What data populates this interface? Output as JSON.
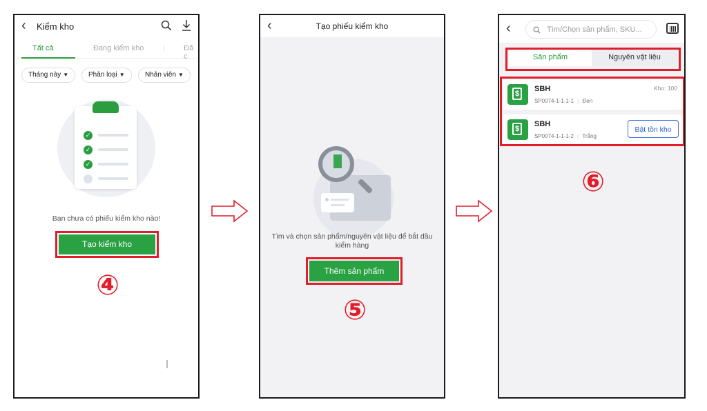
{
  "screen1": {
    "back": "‹",
    "title": "Kiểm kho",
    "search_icon": "search-icon",
    "download_icon": "download-icon",
    "tabs": [
      "Tất cả",
      "Đang kiểm kho",
      "Đã c"
    ],
    "filters": [
      "Tháng này",
      "Phân loại",
      "Nhân viên"
    ],
    "empty_message": "Bạn chưa có phiếu kiểm kho nào!",
    "create_button": "Tạo kiểm kho",
    "step": "④"
  },
  "screen2": {
    "back": "‹",
    "title": "Tạo phiếu kiểm kho",
    "hint": "Tìm và chọn sản phẩm/nguyên vật liệu để bắt đầu kiểm hàng",
    "add_button": "Thêm sản phẩm",
    "step": "⑤"
  },
  "screen3": {
    "back": "‹",
    "search_placeholder": "Tìm/Chọn sản phẩm, SKU...",
    "segments": [
      "Sản phẩm",
      "Nguyên vật liệu"
    ],
    "products": [
      {
        "name": "SBH",
        "sku": "SP0074-1-1-1-1",
        "variant": "Đen",
        "stock": "Kho: 100"
      },
      {
        "name": "SBH",
        "sku": "SP0074-1-1-1-2",
        "variant": "Trắng",
        "action": "Bật tồn kho"
      }
    ],
    "step": "⑥"
  },
  "colors": {
    "accent": "#2aa143",
    "highlight": "#e11d2a",
    "link": "#2b5fcc"
  }
}
